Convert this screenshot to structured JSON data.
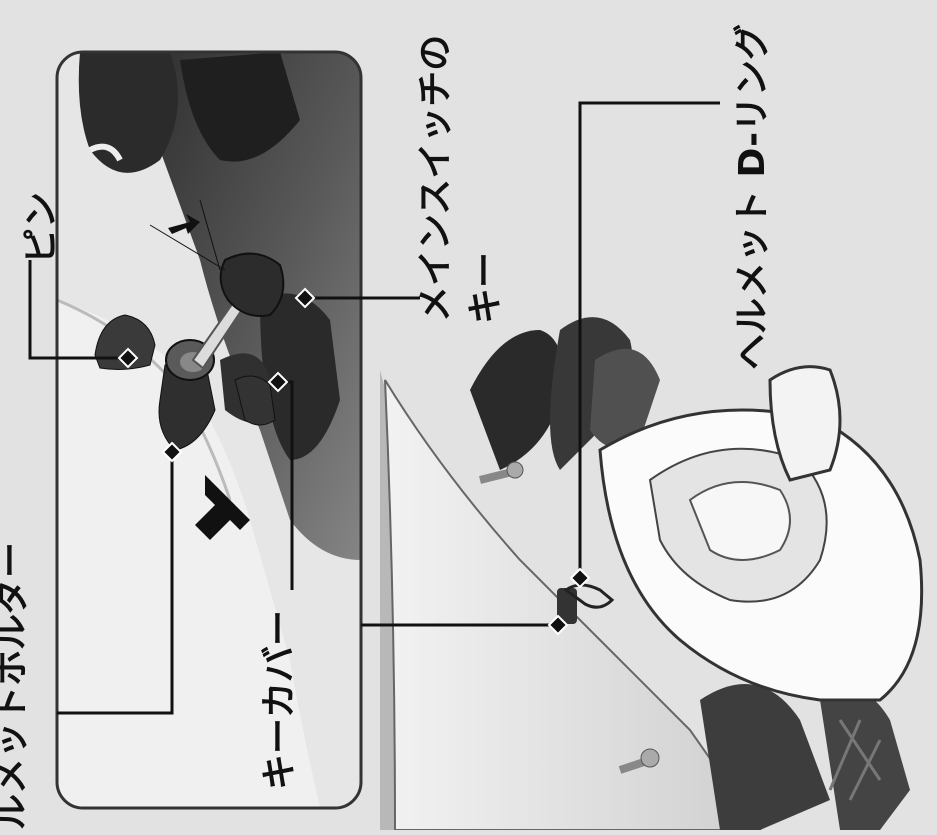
{
  "labels": {
    "pin": "ピン",
    "main_switch_key_line1": "メインスイッチの",
    "main_switch_key_line2": "キー",
    "helmet_d_ring": "ヘルメット D-リング",
    "helmet_holder": "ルメットホルダー",
    "key_cover": "キーカバー"
  },
  "colors": {
    "background": "#e2e2e2",
    "inset_background": "#4a4a4a",
    "leader_line": "#111111",
    "label_text": "#111111"
  }
}
